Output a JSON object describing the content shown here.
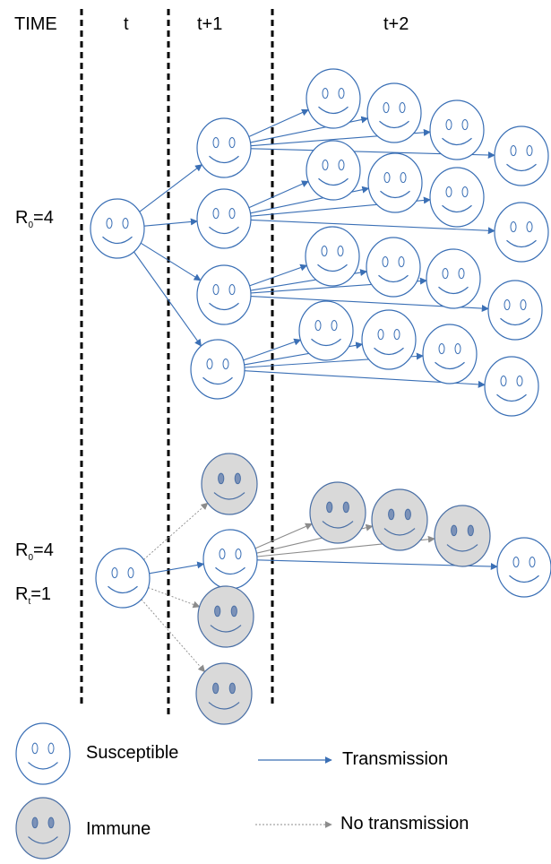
{
  "header": {
    "time_label": "TIME",
    "col_t": "t",
    "col_t1": "t+1",
    "col_t2": "t+2"
  },
  "top_scenario": {
    "r0_base": "R",
    "r0_sub": "0",
    "r0_value": "=4"
  },
  "bottom_scenario": {
    "r0_base": "R",
    "r0_sub": "0",
    "r0_value": "=4",
    "rt_base": "R",
    "rt_sub": "t",
    "rt_value": "=1"
  },
  "legend": {
    "susceptible": "Susceptible",
    "immune": "Immune",
    "transmission": "Transmission",
    "no_transmission": "No transmission"
  },
  "colors": {
    "outline": "#3a6fb5",
    "transmission": "#3a6fb5",
    "immune_fill": "#d9d9d9",
    "immune_outline": "#4a6fa5",
    "grey_arrow": "#8c8c8c",
    "dashed_divider": "#000000"
  },
  "faces": [
    {
      "id": "top-t",
      "state": "susceptible"
    },
    {
      "id": "top-t1-1",
      "state": "susceptible"
    },
    {
      "id": "top-t1-2",
      "state": "susceptible"
    },
    {
      "id": "top-t1-3",
      "state": "susceptible"
    },
    {
      "id": "top-t1-4",
      "state": "susceptible"
    },
    {
      "id": "top-t2-a1",
      "state": "susceptible"
    },
    {
      "id": "top-t2-a2",
      "state": "susceptible"
    },
    {
      "id": "top-t2-a3",
      "state": "susceptible"
    },
    {
      "id": "top-t2-a4",
      "state": "susceptible"
    },
    {
      "id": "top-t2-b1",
      "state": "susceptible"
    },
    {
      "id": "top-t2-b2",
      "state": "susceptible"
    },
    {
      "id": "top-t2-b3",
      "state": "susceptible"
    },
    {
      "id": "top-t2-b4",
      "state": "susceptible"
    },
    {
      "id": "top-t2-c1",
      "state": "susceptible"
    },
    {
      "id": "top-t2-c2",
      "state": "susceptible"
    },
    {
      "id": "top-t2-c3",
      "state": "susceptible"
    },
    {
      "id": "top-t2-c4",
      "state": "susceptible"
    },
    {
      "id": "top-t2-d1",
      "state": "susceptible"
    },
    {
      "id": "top-t2-d2",
      "state": "susceptible"
    },
    {
      "id": "top-t2-d3",
      "state": "susceptible"
    },
    {
      "id": "top-t2-d4",
      "state": "susceptible"
    },
    {
      "id": "bot-t",
      "state": "susceptible"
    },
    {
      "id": "bot-t1-1",
      "state": "immune"
    },
    {
      "id": "bot-t1-2",
      "state": "susceptible"
    },
    {
      "id": "bot-t1-3",
      "state": "immune"
    },
    {
      "id": "bot-t1-4",
      "state": "immune"
    },
    {
      "id": "bot-t2-1",
      "state": "immune"
    },
    {
      "id": "bot-t2-2",
      "state": "immune"
    },
    {
      "id": "bot-t2-3",
      "state": "immune"
    },
    {
      "id": "bot-t2-4",
      "state": "susceptible"
    },
    {
      "id": "legend-susceptible",
      "state": "susceptible"
    },
    {
      "id": "legend-immune",
      "state": "immune"
    }
  ],
  "links": [
    {
      "from": "top-t",
      "to": "top-t1-1",
      "kind": "transmission"
    },
    {
      "from": "top-t",
      "to": "top-t1-2",
      "kind": "transmission"
    },
    {
      "from": "top-t",
      "to": "top-t1-3",
      "kind": "transmission"
    },
    {
      "from": "top-t",
      "to": "top-t1-4",
      "kind": "transmission"
    },
    {
      "from": "top-t1-1",
      "to": "top-t2-a1",
      "kind": "transmission"
    },
    {
      "from": "top-t1-1",
      "to": "top-t2-a2",
      "kind": "transmission"
    },
    {
      "from": "top-t1-1",
      "to": "top-t2-a3",
      "kind": "transmission"
    },
    {
      "from": "top-t1-1",
      "to": "top-t2-a4",
      "kind": "transmission"
    },
    {
      "from": "top-t1-2",
      "to": "top-t2-b1",
      "kind": "transmission"
    },
    {
      "from": "top-t1-2",
      "to": "top-t2-b2",
      "kind": "transmission"
    },
    {
      "from": "top-t1-2",
      "to": "top-t2-b3",
      "kind": "transmission"
    },
    {
      "from": "top-t1-2",
      "to": "top-t2-b4",
      "kind": "transmission"
    },
    {
      "from": "top-t1-3",
      "to": "top-t2-c1",
      "kind": "transmission"
    },
    {
      "from": "top-t1-3",
      "to": "top-t2-c2",
      "kind": "transmission"
    },
    {
      "from": "top-t1-3",
      "to": "top-t2-c3",
      "kind": "transmission"
    },
    {
      "from": "top-t1-3",
      "to": "top-t2-c4",
      "kind": "transmission"
    },
    {
      "from": "top-t1-4",
      "to": "top-t2-d1",
      "kind": "transmission"
    },
    {
      "from": "top-t1-4",
      "to": "top-t2-d2",
      "kind": "transmission"
    },
    {
      "from": "top-t1-4",
      "to": "top-t2-d3",
      "kind": "transmission"
    },
    {
      "from": "top-t1-4",
      "to": "top-t2-d4",
      "kind": "transmission"
    },
    {
      "from": "bot-t",
      "to": "bot-t1-1",
      "kind": "no-transmission"
    },
    {
      "from": "bot-t",
      "to": "bot-t1-2",
      "kind": "transmission"
    },
    {
      "from": "bot-t",
      "to": "bot-t1-3",
      "kind": "no-transmission"
    },
    {
      "from": "bot-t",
      "to": "bot-t1-4",
      "kind": "no-transmission"
    },
    {
      "from": "bot-t1-2",
      "to": "bot-t2-1",
      "kind": "grey"
    },
    {
      "from": "bot-t1-2",
      "to": "bot-t2-2",
      "kind": "grey"
    },
    {
      "from": "bot-t1-2",
      "to": "bot-t2-3",
      "kind": "grey"
    },
    {
      "from": "bot-t1-2",
      "to": "bot-t2-4",
      "kind": "transmission"
    }
  ]
}
